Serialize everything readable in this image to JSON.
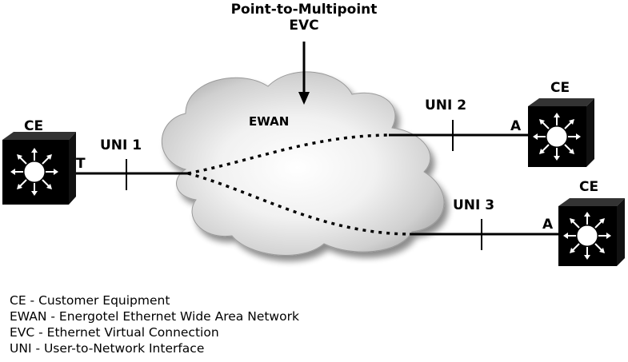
{
  "title": {
    "line1": "Point-to-Multipoint",
    "line2": "EVC"
  },
  "cloud_label": "EWAN",
  "equipment": {
    "ce_left": "CE",
    "ce_right_top": "CE",
    "ce_right_bottom": "CE"
  },
  "interfaces": {
    "uni1": "UNI 1",
    "uni2": "UNI 2",
    "uni3": "UNI 3"
  },
  "end_markers": {
    "left": "T",
    "right_top": "A",
    "right_bottom": "A"
  },
  "legend": [
    "CE - Customer Equipment",
    "EWAN - Energotel Ethernet Wide Area Network",
    "EVC - Ethernet Virtual Connection",
    "UNI - User-to-Network Interface"
  ]
}
